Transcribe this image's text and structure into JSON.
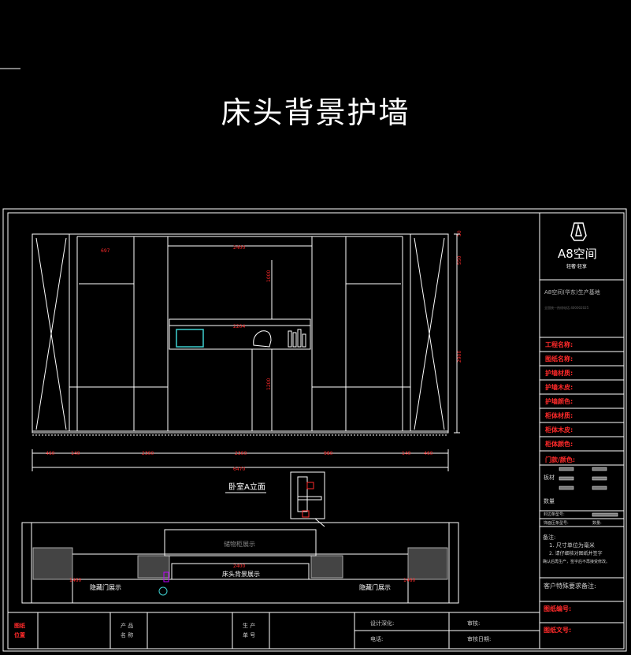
{
  "title": "床头背景护墙",
  "logo": {
    "brand": "A8空间",
    "tagline": "轻奢·轻享"
  },
  "company": {
    "line1": "A8空间(华东)生产基地",
    "line2": "全国统一热线电话:400002025"
  },
  "elevation": {
    "label": "卧室A立面",
    "dims": {
      "d_top_left": "697",
      "d_top_center": "2400",
      "d_vertical_upper": "1000",
      "d_shelf": "2204",
      "d_vertical_lower": "1200",
      "d_right_top": "50",
      "d_right_mid": "550",
      "d_right_total": "2900",
      "b1": "460",
      "b2": "140",
      "b3": "2300",
      "b4": "980",
      "b5": "140",
      "b6": "460",
      "overall": "6470"
    }
  },
  "plan": {
    "label_center_cabinet": "储物柜展示",
    "label_bed": "床头背景展示",
    "label_left_door": "隐藏门展示",
    "label_right_door": "隐藏门展示",
    "d_left": "1460",
    "d_center": "2400",
    "d_right": "1460"
  },
  "info": [
    {
      "label": "工程名称:"
    },
    {
      "label": "图纸名称:"
    },
    {
      "label": "护墙材质:"
    },
    {
      "label": "护墙木皮:"
    },
    {
      "label": "护墙颜色:"
    },
    {
      "label": "柜体材质:"
    },
    {
      "label": "柜体木皮:"
    },
    {
      "label": "柜体颜色:"
    },
    {
      "label": "门款/颜色:"
    }
  ],
  "specs": {
    "row1_label": "板材",
    "row2_label": "数量",
    "row3_label": "封边条型号:",
    "row4_label": "饰面压条型号:",
    "row4_value": "数量:"
  },
  "notes": {
    "heading": "备注:",
    "line1": "1. 尺寸单位为毫米",
    "line2": "2. 请仔细核对图纸并签字",
    "line3": "确认后再生产，签字后不再接受修改。"
  },
  "client_req": "客户特殊要求备注:",
  "drawing_no": "图纸编号:",
  "filename": "图纸文号:",
  "footer": {
    "drawing_pos": "图纸\n位置",
    "product_name": "产 品\n名 称",
    "order_no": "生 产\n单 号",
    "designer": "设计深化:",
    "phone": "电话:",
    "review": "审核:",
    "review_date": "审核日期:"
  },
  "colors": {
    "line": "#ffffff",
    "accent": "#ff2a2a",
    "cyan": "#3fd0d0",
    "magenta": "#c000ff"
  }
}
